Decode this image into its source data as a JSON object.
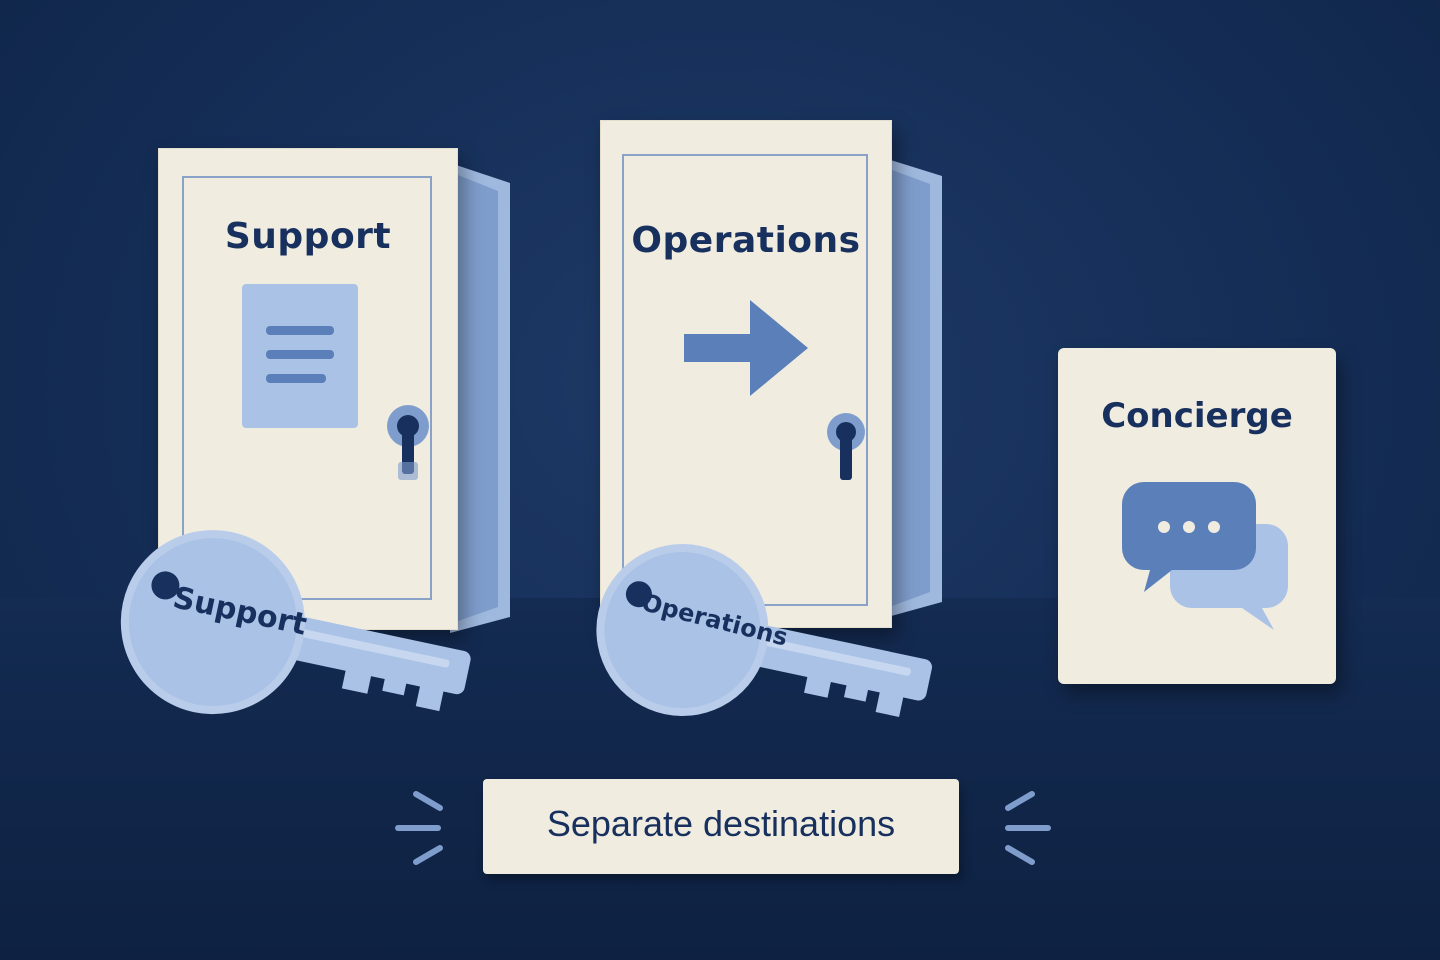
{
  "doors": [
    {
      "label": "Support",
      "icon": "document-lines-icon"
    },
    {
      "label": "Operations",
      "icon": "arrow-right-icon"
    }
  ],
  "keys": [
    {
      "label": "Support"
    },
    {
      "label": "Operations"
    }
  ],
  "card": {
    "label": "Concierge",
    "icon": "chat-bubbles-icon"
  },
  "caption": "Separate destinations",
  "colors": {
    "background": "#16305a",
    "paper": "#f1ece0",
    "ink": "#17305e",
    "accent": "#5b7fb8",
    "light_accent": "#a9c2e6"
  }
}
